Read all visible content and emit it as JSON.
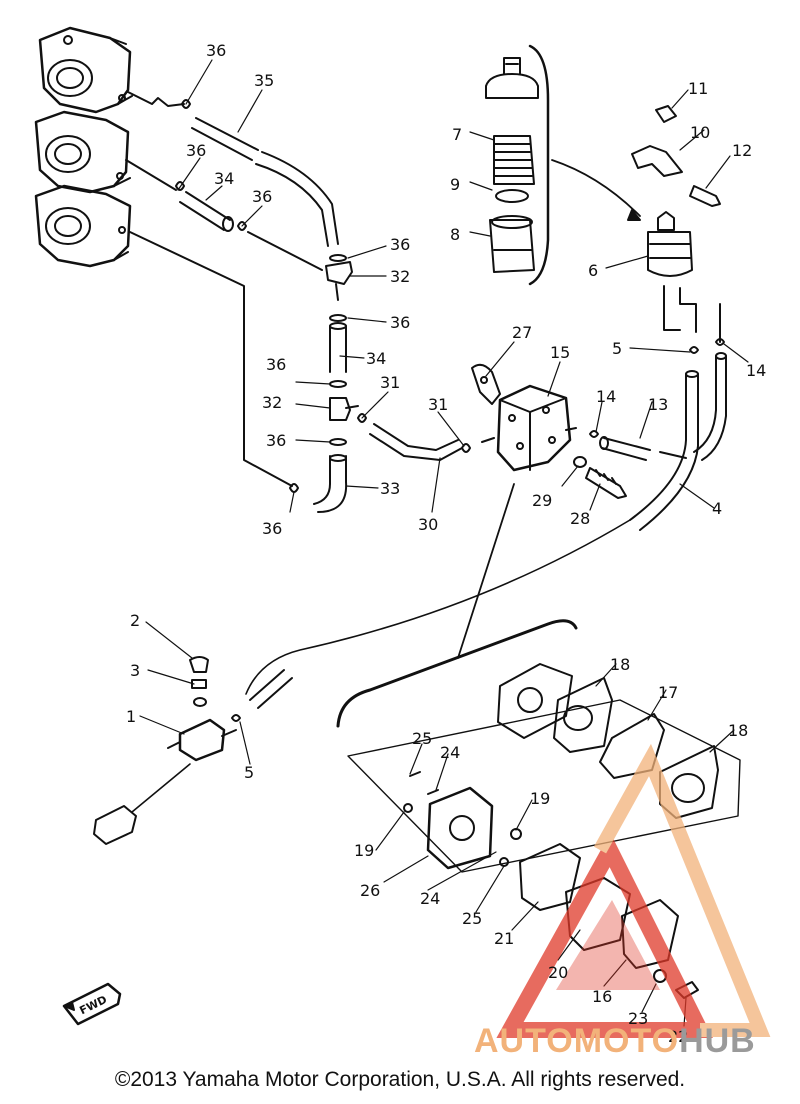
{
  "callouts": {
    "c36a": "36",
    "c35": "35",
    "c36b": "36",
    "c34a": "34",
    "c36c": "36",
    "c36d": "36",
    "c32a": "32",
    "c36e": "36",
    "c34b": "34",
    "c36f": "36",
    "c32b": "32",
    "c31a": "31",
    "c36g": "36",
    "c33": "33",
    "c36h": "36",
    "c30": "30",
    "c31b": "31",
    "c27": "27",
    "c15": "15",
    "c7": "7",
    "c9": "9",
    "c8": "8",
    "c11": "11",
    "c10": "10",
    "c12": "12",
    "c6": "6",
    "c5a": "5",
    "c14a": "14",
    "c14b": "14",
    "c13": "13",
    "c29": "29",
    "c28": "28",
    "c4": "4",
    "c2": "2",
    "c3": "3",
    "c1": "1",
    "c5b": "5",
    "c18a": "18",
    "c17": "17",
    "c18b": "18",
    "c25a": "25",
    "c24a": "24",
    "c19a": "19",
    "c19b": "19",
    "c26": "26",
    "c24b": "24",
    "c25b": "25",
    "c21": "21",
    "c20": "20",
    "c16": "16",
    "c23": "23",
    "c22": "22"
  },
  "fwd_label": "FWD",
  "watermark": {
    "part1": "AUTOMOTO",
    "part2": "HUB",
    "color_accent": "#e03a2a",
    "color_light": "#f2b27a",
    "color_gray": "#9a9a9a"
  },
  "copyright": "©2013 Yamaha Motor Corporation, U.S.A. All rights reserved."
}
